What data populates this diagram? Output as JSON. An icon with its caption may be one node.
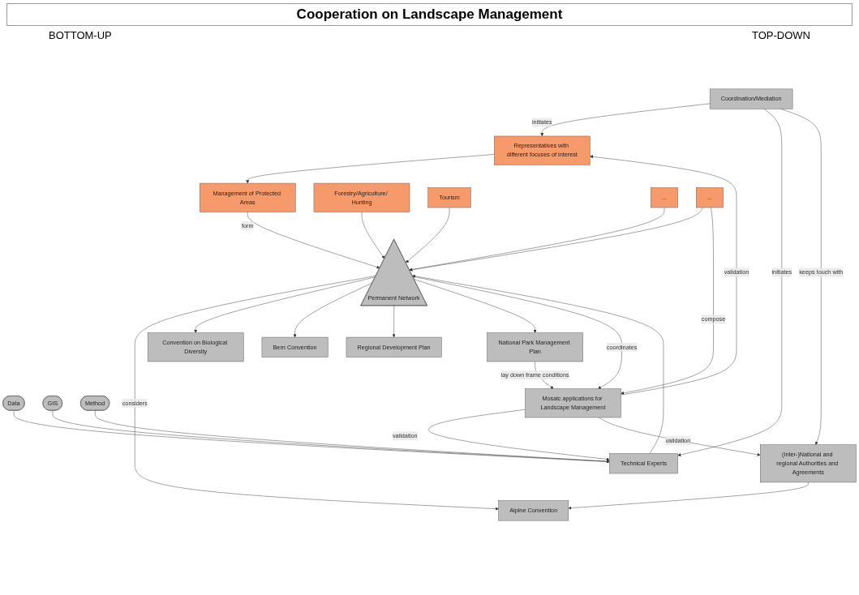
{
  "diagram": {
    "title": "Cooperation on Landscape Management",
    "nodes": [
      {
        "text": [
          "Coordination/Mediation"
        ]
      },
      {
        "text": [
          "Representatives with different focuses of interest"
        ]
      },
      {
        "text": [
          "(Inter-)National and regional Authorities and Agreements"
        ]
      },
      {
        "text": [
          "Technical Experts"
        ]
      },
      {
        "text": [
          "Data"
        ]
      },
      {
        "text": [
          "GIS"
        ]
      },
      {
        "text": [
          "Method"
        ]
      },
      {
        "text": [
          "Management of Protected Areas"
        ]
      },
      {
        "text": [
          "Forestry/Agriculture/ Hunting"
        ]
      },
      {
        "text": [
          "Tourism"
        ]
      },
      {
        "text": [
          "..."
        ]
      },
      {
        "text": [
          "..."
        ]
      },
      {
        "text": [
          "Permanent Network"
        ]
      },
      {
        "text": [
          "Alpine Convention"
        ]
      },
      {
        "text": [
          "Convention on Biological Diversity"
        ]
      },
      {
        "text": [
          "Bern Convention"
        ]
      },
      {
        "text": [
          "Regional Development Plan"
        ]
      },
      {
        "text": [
          "National Park Management Plan"
        ]
      },
      {
        "text": [
          "Mosaic applications for Landscape Management"
        ]
      }
    ],
    "edges": [
      {
        "from": 0,
        "to": 1,
        "arrow": "to",
        "label": "initiates"
      },
      {
        "from": 0,
        "to": 3,
        "arrow": "to",
        "label": "initiates"
      },
      {
        "from": 0,
        "to": 2,
        "arrow": "to",
        "label": "keeps touch with"
      },
      {
        "from": 1,
        "to": 7,
        "arrow": "to"
      },
      {
        "from": 2,
        "to": 13,
        "arrow": "to"
      },
      {
        "from": 4,
        "to": 3,
        "arrow": "to"
      },
      {
        "from": 5,
        "to": 3,
        "arrow": "to"
      },
      {
        "from": 6,
        "to": 3,
        "arrow": "to"
      },
      {
        "from": 3,
        "to": 12,
        "arrow": "to"
      },
      {
        "from": 7,
        "to": 12,
        "arrow": "to",
        "label": "form"
      },
      {
        "from": 8,
        "to": 12,
        "arrow": "to"
      },
      {
        "from": 9,
        "to": 12,
        "arrow": "to"
      },
      {
        "from": 10,
        "to": 12,
        "arrow": "to"
      },
      {
        "from": 11,
        "to": 12,
        "arrow": "to"
      },
      {
        "from": 12,
        "to": 13,
        "arrow": "to",
        "label": "considers"
      },
      {
        "from": 12,
        "to": 14,
        "arrow": "to"
      },
      {
        "from": 12,
        "to": 15,
        "arrow": "to"
      },
      {
        "from": 12,
        "to": 16,
        "arrow": "to"
      },
      {
        "from": 12,
        "to": 17,
        "arrow": "to"
      },
      {
        "from": 18,
        "to": 3,
        "arrow": "to",
        "label": "validation"
      },
      {
        "from": 11,
        "to": 18,
        "arrow": "to",
        "label": "compose"
      },
      {
        "from": 12,
        "to": 18,
        "arrow": "to",
        "label": "coordinates"
      },
      {
        "from": 17,
        "to": 18,
        "arrow": "to",
        "label": "lay down frame conditions"
      },
      {
        "from": 18,
        "to": 1,
        "arrow": "to",
        "label": "validation"
      },
      {
        "from": 18,
        "to": 2,
        "arrow": "to",
        "label": "validation"
      }
    ],
    "labels": [
      "BOTTOM-UP",
      "TOP-DOWN"
    ]
  }
}
